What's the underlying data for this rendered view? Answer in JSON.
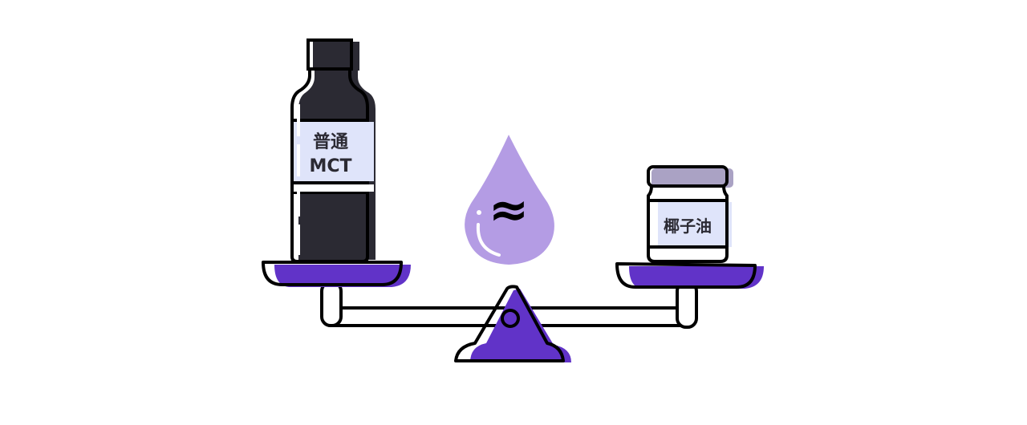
{
  "illustration": {
    "left_item": {
      "label_line1": "普通",
      "label_line2": "MCT",
      "type": "bottle"
    },
    "right_item": {
      "label": "椰子油",
      "type": "jar"
    },
    "center_symbol": {
      "glyph": "≈",
      "icon": "oil-drop-icon"
    },
    "colors": {
      "purple": "#6133c8",
      "drop": "#b49ce4",
      "bottle": "#2b2a33",
      "label_bg": "#dfe4fa",
      "jar_lid": "#aaa2c4",
      "stroke": "#000000"
    }
  }
}
